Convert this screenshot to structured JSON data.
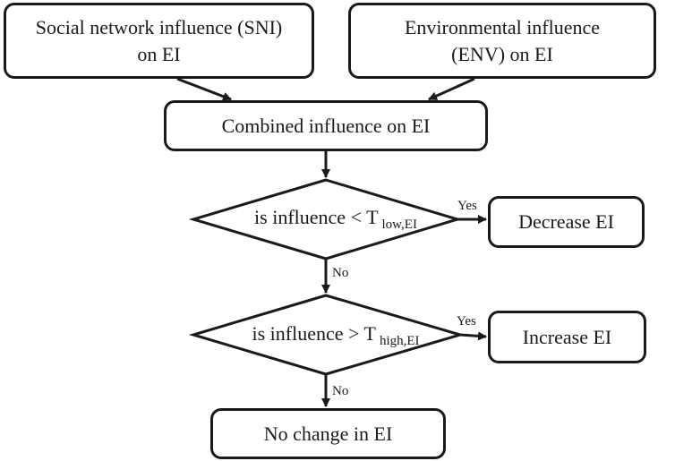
{
  "nodes": {
    "sni": {
      "lines": [
        "Social network influence (SNI)",
        "on EI"
      ]
    },
    "env": {
      "lines": [
        "Environmental influence",
        "(ENV) on EI"
      ]
    },
    "combined": {
      "label": "Combined influence on EI"
    },
    "cond_low": {
      "prefix": "is influence < T",
      "subscript": "low,EI"
    },
    "cond_high": {
      "prefix": "is influence > T",
      "subscript": "high,EI"
    },
    "decrease": {
      "label": "Decrease EI"
    },
    "increase": {
      "label": "Increase EI"
    },
    "nochange": {
      "label": "No change in EI"
    }
  },
  "edges": {
    "yes_low": "Yes",
    "no_low": "No",
    "yes_high": "Yes",
    "no_high": "No"
  },
  "colors": {
    "stroke": "#1a1a1a",
    "fill": "#ffffff"
  }
}
